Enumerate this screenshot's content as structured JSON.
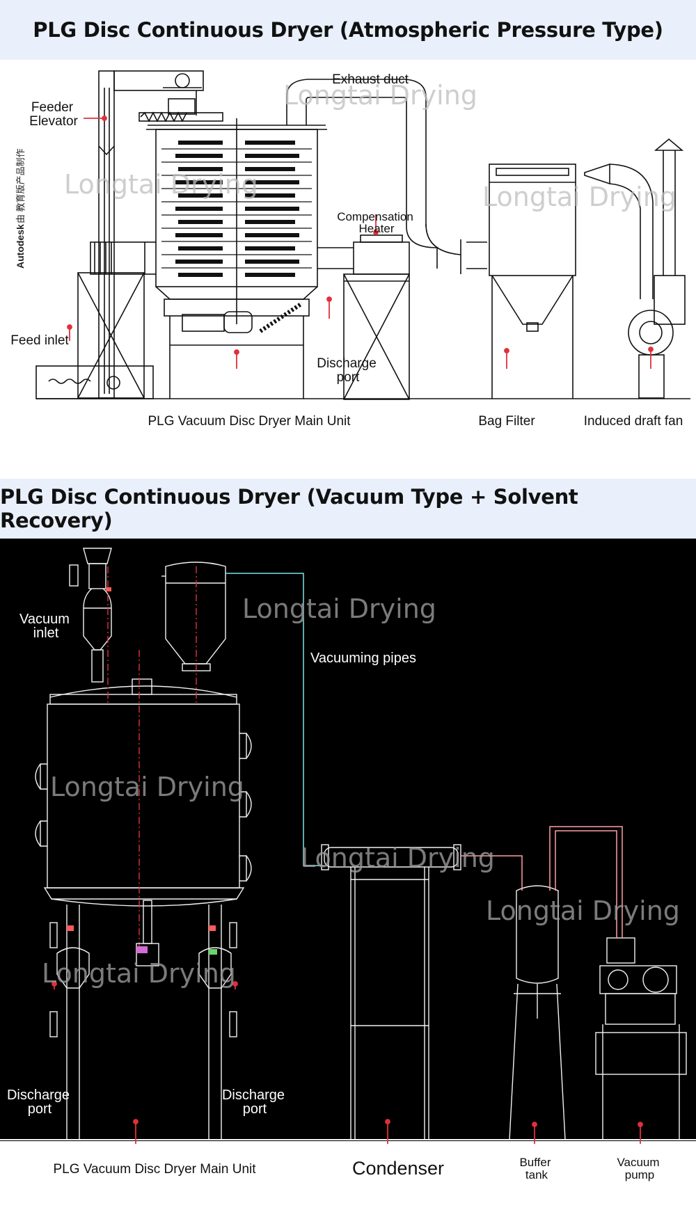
{
  "section1": {
    "title": "PLG Disc Continuous Dryer (Atmospheric Pressure Type)",
    "labels": {
      "feeder_elevator_1": "Feeder",
      "feeder_elevator_2": "Elevator",
      "exhaust_duct": "Exhaust duct",
      "compensation_heater_1": "Compensation",
      "compensation_heater_2": "Heater",
      "feed_inlet": "Feed inlet",
      "discharge_port_1": "Discharge",
      "discharge_port_2": "port",
      "main_unit": "PLG Vacuum Disc Dryer Main Unit",
      "bag_filter": "Bag Filter",
      "induced_draft_fan": "Induced draft fan"
    },
    "side_text_brand": "Autodesk",
    "side_text_cn": "由 教育版产品制作",
    "watermark": "Longtai Drying"
  },
  "section2": {
    "title": "PLG Disc Continuous Dryer (Vacuum Type + Solvent Recovery)",
    "labels": {
      "vacuum_inlet_1": "Vacuum",
      "vacuum_inlet_2": "inlet",
      "vacuuming_pipes": "Vacuuming pipes",
      "discharge_port_left_1": "Discharge",
      "discharge_port_left_2": "port",
      "discharge_port_right_1": "Discharge",
      "discharge_port_right_2": "port",
      "main_unit": "PLG Vacuum Disc Dryer Main Unit",
      "condenser": "Condenser",
      "buffer_tank_1": "Buffer",
      "buffer_tank_2": "tank",
      "vacuum_pump_1": "Vacuum",
      "vacuum_pump_2": "pump"
    },
    "watermark": "Longtai Drying"
  },
  "colors": {
    "title_bg": "#e9f0fb",
    "pointer": "#e0303a",
    "pipe": "#7fe3e8",
    "pipe_pink": "#ff9fa6",
    "watermark_light": "#bfbfbf",
    "watermark_dark": "#8a8a8a"
  }
}
